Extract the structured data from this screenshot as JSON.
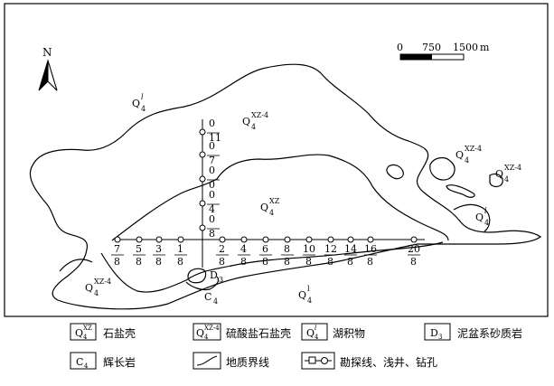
{
  "north": {
    "letter": "N"
  },
  "scale": {
    "ticks": [
      "0",
      "750",
      "1500"
    ],
    "unit": "m"
  },
  "units": {
    "q_lake_nw": {
      "base": "Q",
      "sub": "4",
      "sup": "l"
    },
    "q_xz4_top": {
      "base": "Q",
      "sub": "4",
      "sup": "XZ-4"
    },
    "q_xz4_ne1": {
      "base": "Q",
      "sub": "4",
      "sup": "XZ-4"
    },
    "q_xz4_ne2": {
      "base": "Q",
      "sub": "4",
      "sup": "XZ-4"
    },
    "q_xz_mid": {
      "base": "Q",
      "sub": "4",
      "sup": "XZ"
    },
    "q_lake_e": {
      "base": "Q",
      "sub": "4",
      "sup": "l"
    },
    "q_xz4_sw": {
      "base": "Q",
      "sub": "4",
      "sup": "XZ-4"
    },
    "q_lake_s": {
      "base": "Q",
      "sub": "4",
      "sup": "l"
    },
    "d3": {
      "base": "D",
      "sub": "3"
    },
    "c4": {
      "base": "C",
      "sub": "4"
    }
  },
  "vertical_line": [
    {
      "num": "0",
      "den": "11"
    },
    {
      "num": "0",
      "den": "7"
    },
    {
      "num": "0",
      "den": "0"
    },
    {
      "num": "0",
      "den": "4"
    },
    {
      "num": "0",
      "den": "8"
    }
  ],
  "horizontal_line": [
    {
      "num": "7",
      "den": "8"
    },
    {
      "num": "5",
      "den": "8"
    },
    {
      "num": "3",
      "den": "8"
    },
    {
      "num": "1",
      "den": "8"
    },
    {
      "num": "2",
      "den": "8"
    },
    {
      "num": "4",
      "den": "8"
    },
    {
      "num": "6",
      "den": "8"
    },
    {
      "num": "8",
      "den": "8"
    },
    {
      "num": "10",
      "den": "8"
    },
    {
      "num": "12",
      "den": "8"
    },
    {
      "num": "14",
      "den": "8"
    },
    {
      "num": "16",
      "den": "8"
    },
    {
      "num": "20",
      "den": "8"
    }
  ],
  "legend": [
    {
      "symbol": {
        "base": "Q",
        "sub": "4",
        "sup": "XZ"
      },
      "label": "石盐壳"
    },
    {
      "symbol": {
        "base": "Q",
        "sub": "4",
        "sup": "XZ-4"
      },
      "label": "硫酸盐石盐壳"
    },
    {
      "symbol": {
        "base": "Q",
        "sub": "4",
        "sup": "l"
      },
      "label": "湖积物"
    },
    {
      "symbol": {
        "base": "D",
        "sub": "3",
        "sup": ""
      },
      "label": "泥盆系砂质岩"
    },
    {
      "symbol": {
        "base": "C",
        "sub": "4",
        "sup": ""
      },
      "label": "辉长岩"
    },
    {
      "symbol": {
        "base": "",
        "sub": "",
        "sup": ""
      },
      "label": "地质界线"
    },
    {
      "symbol": {
        "base": "",
        "sub": "",
        "sup": ""
      },
      "label": "勘探线、浅井、钻孔"
    }
  ]
}
